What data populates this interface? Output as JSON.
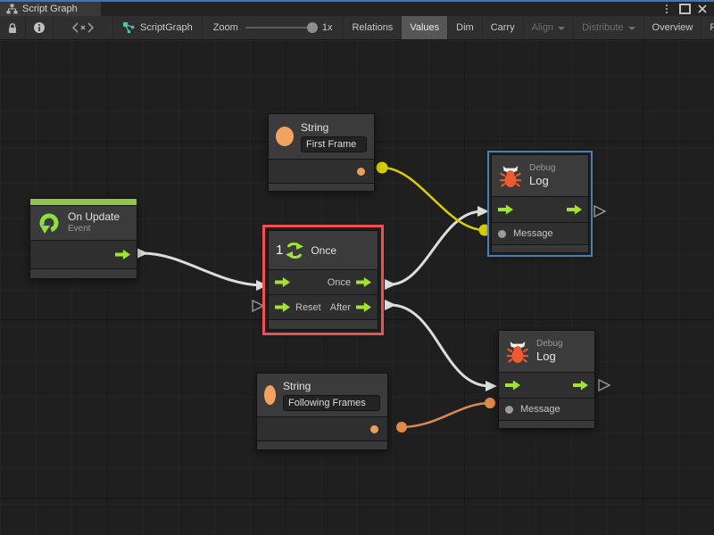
{
  "window": {
    "tab": "Script Graph"
  },
  "toolbar": {
    "graph_name": "ScriptGraph",
    "zoom": {
      "label": "Zoom",
      "value": "1x"
    },
    "buttons": {
      "relations": "Relations",
      "values": "Values",
      "dim": "Dim",
      "carry": "Carry",
      "align": "Align",
      "distribute": "Distribute",
      "overview": "Overview",
      "full_screen": "Full Screen"
    }
  },
  "nodes": {
    "on_update": {
      "title": "On Update",
      "subtitle": "Event"
    },
    "string_top": {
      "title": "String",
      "value": "First Frame"
    },
    "once": {
      "icon_number": "1",
      "title": "Once",
      "out_once": "Once",
      "out_after": "After",
      "in_reset": "Reset"
    },
    "debug_top": {
      "overtitle": "Debug",
      "title": "Log",
      "message_label": "Message"
    },
    "string_bottom": {
      "title": "String",
      "value": "Following Frames"
    },
    "debug_bottom": {
      "overtitle": "Debug",
      "title": "Log",
      "message_label": "Message"
    }
  },
  "colors": {
    "flow_green": "#9fe42f",
    "event_green": "#8fc54e",
    "string_orange": "#ee9e5a",
    "bug_orange": "#ef5b2e",
    "wire_white": "#dcdcdc",
    "wire_yellow": "#d8cd00",
    "wire_orange": "#d98a4c",
    "selection_red": "#f15050",
    "selection_blue": "#4a7fb5"
  }
}
